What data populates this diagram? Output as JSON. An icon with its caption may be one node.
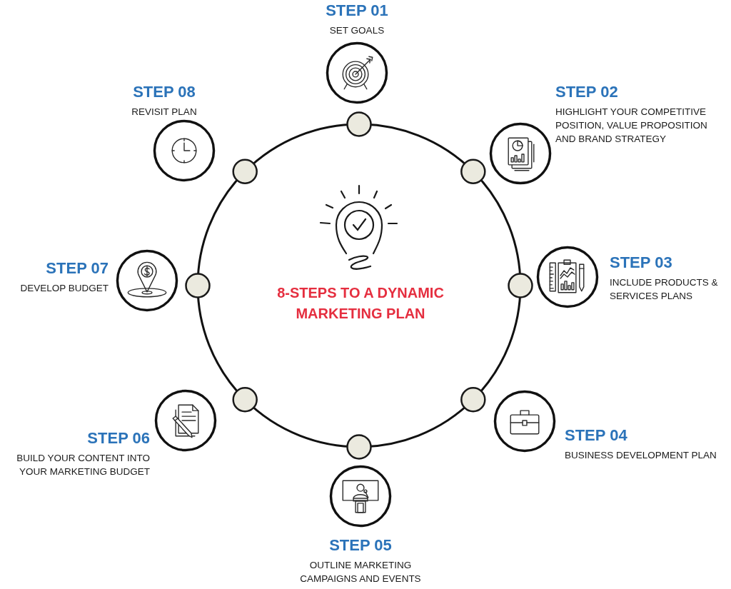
{
  "diagram": {
    "title": "8-STEPS TO A DYNAMIC MARKETING PLAN",
    "nodes": [
      {
        "text": [
          "STEP 01",
          "SET GOALS"
        ]
      },
      {
        "text": [
          "STEP 02",
          "HIGHLIGHT YOUR COMPETITIVE POSITION, VALUE PROPOSITION AND BRAND STRATEGY"
        ]
      },
      {
        "text": [
          "STEP 03",
          "INCLUDE PRODUCTS & SERVICES PLANS"
        ]
      },
      {
        "text": [
          "STEP 04",
          "BUSINESS DEVELOPMENT PLAN"
        ]
      },
      {
        "text": [
          "STEP 05",
          "OUTLINE MARKETING CAMPAIGNS AND EVENTS"
        ]
      },
      {
        "text": [
          "STEP 06",
          "BUILD YOUR CONTENT INTO YOUR MARKETING BUDGET"
        ]
      },
      {
        "text": [
          "STEP 07",
          "DEVELOP BUDGET"
        ]
      },
      {
        "text": [
          "STEP 08",
          "REVISIT PLAN"
        ]
      }
    ]
  }
}
